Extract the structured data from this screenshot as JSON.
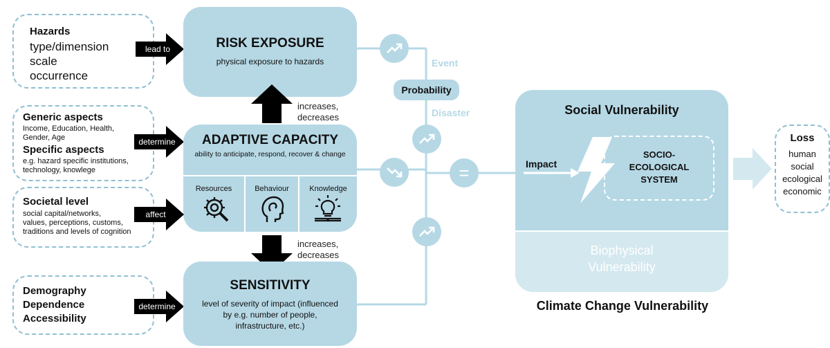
{
  "hazards": {
    "title": "Hazards",
    "lines": [
      "type/dimension",
      "scale",
      "occurrence"
    ],
    "arrow": "lead to"
  },
  "risk_exposure": {
    "title": "RISK EXPOSURE",
    "subtitle": "physical exposure to hazards"
  },
  "upper_change": {
    "line1": "increases,",
    "line2": "decreases"
  },
  "generic": {
    "title": "Generic aspects",
    "text1": "Income, Education, Health,",
    "text2": "Gender, Age",
    "specific_title": "Specific aspects",
    "specific1": "e.g. hazard specific institutions,",
    "specific2": "technology, knowlege",
    "arrow": "determine"
  },
  "adaptive": {
    "title": "ADAPTIVE CAPACITY",
    "subtitle": "ability to anticipate, respond, recover & change",
    "cells": [
      {
        "label": "Resources",
        "icon": "gear-magnifier-icon"
      },
      {
        "label": "Behaviour",
        "icon": "head-icon"
      },
      {
        "label": "Knowledge",
        "icon": "lightbulb-book-icon"
      }
    ]
  },
  "societal": {
    "title": "Societal level",
    "text1": "social capital/networks,",
    "text2": "values, perceptions, customs,",
    "text3": "traditions and levels of cognition",
    "arrow": "affect"
  },
  "lower_change": {
    "line1": "increases,",
    "line2": "decreases"
  },
  "demography": {
    "lines": [
      "Demography",
      "Dependence",
      "Accessibility"
    ],
    "arrow": "determine"
  },
  "sensitivity": {
    "title": "SENSITIVITY",
    "text1": "level of severity of impact (influenced",
    "text2": "by e.g. number of people,",
    "text3": "infrastructure, etc.)"
  },
  "flow": {
    "event": "Event",
    "probability": "Probability",
    "disaster": "Disaster",
    "equals": "="
  },
  "vulnerability": {
    "social": "Social Vulnerability",
    "impact": "Impact",
    "socio1": "SOCIO-",
    "socio2": "ECOLOGICAL",
    "socio3": "SYSTEM",
    "bio1": "Biophysical",
    "bio2": "Vulnerability",
    "footer": "Climate Change Vulnerability"
  },
  "loss": {
    "title": "Loss",
    "items": [
      "human",
      "social",
      "ecological",
      "economic"
    ]
  },
  "colors": {
    "box": "#b6d8e5",
    "dashed": "#8fbfd1",
    "light": "#d4e8ef",
    "arrow": "#000000"
  }
}
